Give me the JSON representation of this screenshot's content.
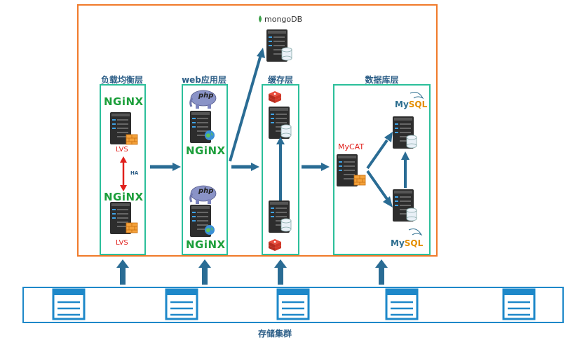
{
  "layers": {
    "load_balance": "负载均衡层",
    "web": "web应用层",
    "cache": "缓存层",
    "database": "数据库层"
  },
  "labels": {
    "nginx": "NGiNX",
    "lvs": "LVS",
    "ha": "HA",
    "php": "php",
    "mongodb": "mongoDB",
    "mycat": "MyCAT",
    "mysql_my": "My",
    "mysql_sql": "SQL"
  },
  "storage": {
    "title": "存储集群",
    "units": 5
  },
  "colors": {
    "outer_frame": "#f07a2a",
    "layer_box": "#2bbf9a",
    "arrow": "#2a6c94",
    "storage_border": "#1e88c9",
    "storage_icon": "#1e88c9"
  }
}
